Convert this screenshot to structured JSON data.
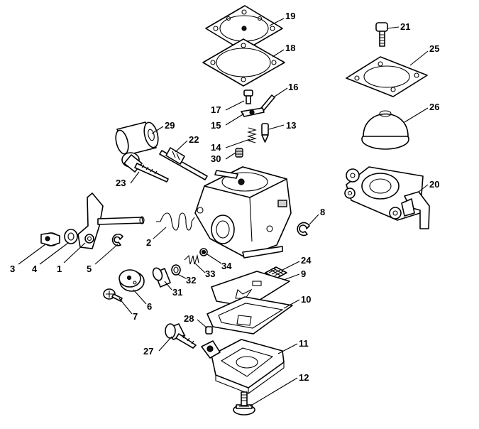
{
  "callouts": [
    {
      "id": "c19",
      "text": "19"
    },
    {
      "id": "c18",
      "text": "18"
    },
    {
      "id": "c16",
      "text": "16"
    },
    {
      "id": "c17",
      "text": "17"
    },
    {
      "id": "c15",
      "text": "15"
    },
    {
      "id": "c13",
      "text": "13"
    },
    {
      "id": "c14",
      "text": "14"
    },
    {
      "id": "c30",
      "text": "30"
    },
    {
      "id": "c29",
      "text": "29"
    },
    {
      "id": "c22",
      "text": "22"
    },
    {
      "id": "c23",
      "text": "23"
    },
    {
      "id": "c21",
      "text": "21"
    },
    {
      "id": "c25",
      "text": "25"
    },
    {
      "id": "c26",
      "text": "26"
    },
    {
      "id": "c20",
      "text": "20"
    },
    {
      "id": "c8",
      "text": "8"
    },
    {
      "id": "c2",
      "text": "2"
    },
    {
      "id": "c3",
      "text": "3"
    },
    {
      "id": "c4",
      "text": "4"
    },
    {
      "id": "c1",
      "text": "1"
    },
    {
      "id": "c5",
      "text": "5"
    },
    {
      "id": "c24",
      "text": "24"
    },
    {
      "id": "c9",
      "text": "9"
    },
    {
      "id": "c34",
      "text": "34"
    },
    {
      "id": "c33",
      "text": "33"
    },
    {
      "id": "c32",
      "text": "32"
    },
    {
      "id": "c31",
      "text": "31"
    },
    {
      "id": "c6",
      "text": "6"
    },
    {
      "id": "c7",
      "text": "7"
    },
    {
      "id": "c10",
      "text": "10"
    },
    {
      "id": "c28",
      "text": "28"
    },
    {
      "id": "c27",
      "text": "27"
    },
    {
      "id": "c11",
      "text": "11"
    },
    {
      "id": "c12",
      "text": "12"
    }
  ]
}
